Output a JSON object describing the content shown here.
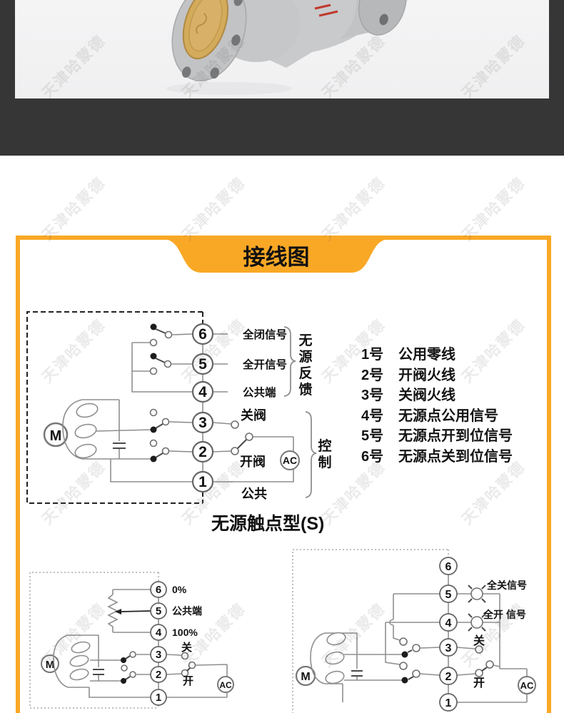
{
  "watermark": {
    "text": "天津哈蒙德"
  },
  "banner": {
    "title": "接线图"
  },
  "main_diagram": {
    "terminals": [
      "6",
      "5",
      "4",
      "3",
      "2",
      "1"
    ],
    "signal_closed": "全闭信号",
    "signal_open": "全开信号",
    "common_terminal": "公共端",
    "close_valve": "关阀",
    "open_valve": "开阀",
    "common": "公共",
    "feedback_chars": [
      "无",
      "源",
      "反",
      "馈"
    ],
    "control_chars": [
      "控",
      "制"
    ],
    "motor": "M",
    "ac": "AC",
    "caption": "无源触点型(S)"
  },
  "terminal_list": {
    "items": [
      {
        "no": "1号",
        "desc": "公用零线"
      },
      {
        "no": "2号",
        "desc": "开阀火线"
      },
      {
        "no": "3号",
        "desc": "关阀火线"
      },
      {
        "no": "4号",
        "desc": "无源点公用信号"
      },
      {
        "no": "5号",
        "desc": "无源点开到位信号"
      },
      {
        "no": "6号",
        "desc": "无源点关到位信号"
      }
    ]
  },
  "left_diagram": {
    "terminals": [
      "6",
      "5",
      "4",
      "3",
      "2",
      "1"
    ],
    "p_zero": "0%",
    "p_common": "公共端",
    "p_full": "100%",
    "close": "关",
    "open": "开",
    "motor": "M",
    "ac": "AC"
  },
  "right_diagram": {
    "terminals": [
      "6",
      "5",
      "4",
      "3",
      "2",
      "1"
    ],
    "lamp_closed": "全关信号",
    "lamp_open": "全开 信号",
    "close": "关",
    "open": "开",
    "motor": "M",
    "ac": "AC"
  }
}
